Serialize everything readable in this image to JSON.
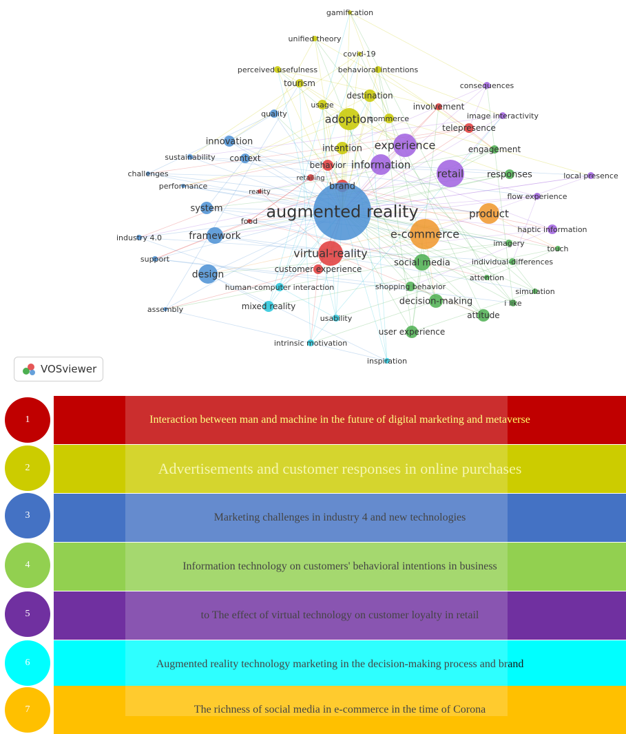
{
  "logo": {
    "text": "VOSviewer"
  },
  "keywords": [
    {
      "id": "gamification",
      "color": "#c8c800"
    },
    {
      "id": "unified theory",
      "color": "#c8c800"
    },
    {
      "id": "covid-19",
      "color": "#c8c800"
    },
    {
      "id": "perceived usefulness",
      "color": "#c8c800"
    },
    {
      "id": "behavioral intentions",
      "color": "#c8c800"
    },
    {
      "id": "tourism",
      "color": "#c8c800"
    },
    {
      "id": "destination",
      "color": "#c8c800"
    },
    {
      "id": "consequences",
      "color": "#a060e0"
    },
    {
      "id": "quality",
      "color": "#4a8fd4"
    },
    {
      "id": "usage",
      "color": "#c8c800"
    },
    {
      "id": "involvement",
      "color": "#e03a3a"
    },
    {
      "id": "image interactivity",
      "color": "#a060e0"
    },
    {
      "id": "adoption",
      "color": "#c8c800"
    },
    {
      "id": "commerce",
      "color": "#c8c800"
    },
    {
      "id": "telepresence",
      "color": "#e03a3a"
    },
    {
      "id": "innovation",
      "color": "#4a8fd4"
    },
    {
      "id": "experience",
      "color": "#a060e0"
    },
    {
      "id": "engagement",
      "color": "#4caf50"
    },
    {
      "id": "sustainability",
      "color": "#4a8fd4"
    },
    {
      "id": "context",
      "color": "#4a8fd4"
    },
    {
      "id": "intention",
      "color": "#c8c800"
    },
    {
      "id": "challenges",
      "color": "#4a8fd4"
    },
    {
      "id": "behavior",
      "color": "#e03a3a"
    },
    {
      "id": "information",
      "color": "#a060e0"
    },
    {
      "id": "retail",
      "color": "#a060e0"
    },
    {
      "id": "responses",
      "color": "#4caf50"
    },
    {
      "id": "local presence",
      "color": "#a060e0"
    },
    {
      "id": "performance",
      "color": "#4a8fd4"
    },
    {
      "id": "retailing",
      "color": "#e03a3a"
    },
    {
      "id": "brand",
      "color": "#e03a3a"
    },
    {
      "id": "reality",
      "color": "#e03a3a"
    },
    {
      "id": "flow experience",
      "color": "#a060e0"
    },
    {
      "id": "system",
      "color": "#4a8fd4"
    },
    {
      "id": "augmented reality",
      "color": "#4a8fd4"
    },
    {
      "id": "product",
      "color": "#f0962a"
    },
    {
      "id": "food",
      "color": "#e03a3a"
    },
    {
      "id": "haptic information",
      "color": "#a060e0"
    },
    {
      "id": "industry 4.0",
      "color": "#4a8fd4"
    },
    {
      "id": "framework",
      "color": "#4a8fd4"
    },
    {
      "id": "e-commerce",
      "color": "#f0962a"
    },
    {
      "id": "imagery",
      "color": "#4caf50"
    },
    {
      "id": "touch",
      "color": "#4caf50"
    },
    {
      "id": "support",
      "color": "#4a8fd4"
    },
    {
      "id": "virtual-reality",
      "color": "#e03a3a"
    },
    {
      "id": "individual-differences",
      "color": "#4caf50"
    },
    {
      "id": "social media",
      "color": "#4caf50"
    },
    {
      "id": "customer experience",
      "color": "#e03a3a"
    },
    {
      "id": "design",
      "color": "#4a8fd4"
    },
    {
      "id": "attention",
      "color": "#4caf50"
    },
    {
      "id": "shopping behavior",
      "color": "#4caf50"
    },
    {
      "id": "human-computer interaction",
      "color": "#26c6da"
    },
    {
      "id": "simulation",
      "color": "#4caf50"
    },
    {
      "id": "decision-making",
      "color": "#4caf50"
    },
    {
      "id": "assembly",
      "color": "#4a8fd4"
    },
    {
      "id": "mixed reality",
      "color": "#26c6da"
    },
    {
      "id": "i like",
      "color": "#4caf50"
    },
    {
      "id": "attitude",
      "color": "#4caf50"
    },
    {
      "id": "usability",
      "color": "#26c6da"
    },
    {
      "id": "user experience",
      "color": "#4caf50"
    },
    {
      "id": "intrinsic motivation",
      "color": "#26c6da"
    },
    {
      "id": "inspiration",
      "color": "#26c6da"
    }
  ],
  "clusters": [
    {
      "number": "1",
      "label": "Interaction between man and machine in the future of digital marketing and metaverse",
      "color": "#c00000",
      "text_color": "#ffff66"
    },
    {
      "number": "2",
      "label": "Advertisements and customer responses in online purchases",
      "color": "#cccc00",
      "text_color": "#f5f5a0"
    },
    {
      "number": "3",
      "label": "Marketing challenges in industry 4 and new technologies",
      "color": "#4472c4",
      "text_color": "#1a1a1a"
    },
    {
      "number": "4",
      "label": "Information technology on customers' behavioral intentions in business",
      "color": "#92d050",
      "text_color": "#1a1a1a"
    },
    {
      "number": "5",
      "label": "to The effect of virtual technology on customer loyalty in retail",
      "color": "#7030a0",
      "text_color": "#1a1a1a"
    },
    {
      "number": "6",
      "label": "Augmented reality technology marketing in the decision-making process and brand",
      "color": "#00ffff",
      "text_color": "#1a1a1a"
    },
    {
      "number": "7",
      "label": "The richness of social media in e-commerce in the time of Corona",
      "color": "#ffc000",
      "text_color": "#1a1a1a"
    }
  ]
}
